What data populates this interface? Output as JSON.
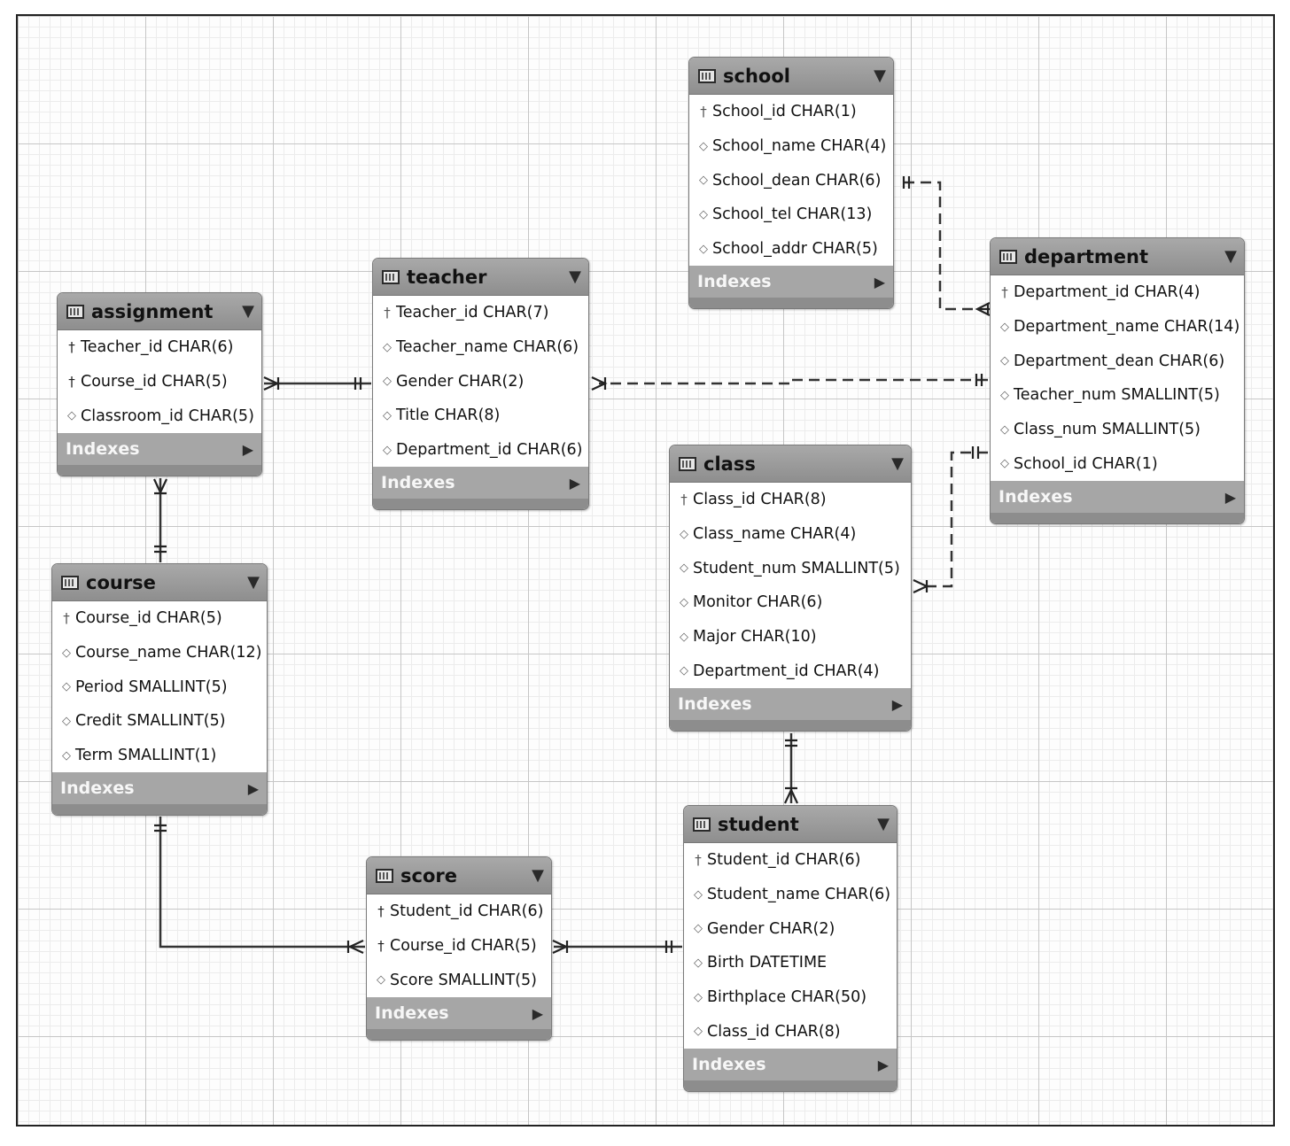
{
  "diagram": {
    "indexes_label": "Indexes",
    "tables": {
      "school": {
        "name": "school",
        "columns": [
          {
            "text": "School_id CHAR(1)",
            "key": "pk"
          },
          {
            "text": "School_name CHAR(4)",
            "key": "col"
          },
          {
            "text": "School_dean CHAR(6)",
            "key": "col"
          },
          {
            "text": "School_tel CHAR(13)",
            "key": "col"
          },
          {
            "text": "School_addr CHAR(5)",
            "key": "col"
          }
        ]
      },
      "department": {
        "name": "department",
        "columns": [
          {
            "text": "Department_id CHAR(4)",
            "key": "pk"
          },
          {
            "text": "Department_name CHAR(14)",
            "key": "col"
          },
          {
            "text": "Department_dean CHAR(6)",
            "key": "col"
          },
          {
            "text": "Teacher_num SMALLINT(5)",
            "key": "col"
          },
          {
            "text": "Class_num SMALLINT(5)",
            "key": "col"
          },
          {
            "text": "School_id CHAR(1)",
            "key": "col"
          }
        ]
      },
      "teacher": {
        "name": "teacher",
        "columns": [
          {
            "text": "Teacher_id CHAR(7)",
            "key": "pk"
          },
          {
            "text": "Teacher_name CHAR(6)",
            "key": "col"
          },
          {
            "text": "Gender CHAR(2)",
            "key": "col"
          },
          {
            "text": "Title CHAR(8)",
            "key": "col"
          },
          {
            "text": "Department_id CHAR(6)",
            "key": "col"
          }
        ]
      },
      "assignment": {
        "name": "assignment",
        "columns": [
          {
            "text": "Teacher_id CHAR(6)",
            "key": "pkfk"
          },
          {
            "text": "Course_id CHAR(5)",
            "key": "pkfk"
          },
          {
            "text": "Classroom_id CHAR(5)",
            "key": "col"
          }
        ]
      },
      "course": {
        "name": "course",
        "columns": [
          {
            "text": "Course_id CHAR(5)",
            "key": "pk"
          },
          {
            "text": "Course_name CHAR(12)",
            "key": "col"
          },
          {
            "text": "Period SMALLINT(5)",
            "key": "col"
          },
          {
            "text": "Credit SMALLINT(5)",
            "key": "col"
          },
          {
            "text": "Term SMALLINT(1)",
            "key": "col"
          }
        ]
      },
      "class": {
        "name": "class",
        "columns": [
          {
            "text": "Class_id CHAR(8)",
            "key": "pk"
          },
          {
            "text": "Class_name CHAR(4)",
            "key": "col"
          },
          {
            "text": "Student_num SMALLINT(5)",
            "key": "col"
          },
          {
            "text": "Monitor CHAR(6)",
            "key": "col"
          },
          {
            "text": "Major CHAR(10)",
            "key": "col"
          },
          {
            "text": "Department_id CHAR(4)",
            "key": "col"
          }
        ]
      },
      "student": {
        "name": "student",
        "columns": [
          {
            "text": "Student_id CHAR(6)",
            "key": "pk"
          },
          {
            "text": "Student_name CHAR(6)",
            "key": "col"
          },
          {
            "text": "Gender CHAR(2)",
            "key": "col"
          },
          {
            "text": "Birth DATETIME",
            "key": "col"
          },
          {
            "text": "Birthplace CHAR(50)",
            "key": "col"
          },
          {
            "text": "Class_id CHAR(8)",
            "key": "col"
          }
        ]
      },
      "score": {
        "name": "score",
        "columns": [
          {
            "text": "Student_id CHAR(6)",
            "key": "pkfk"
          },
          {
            "text": "Course_id CHAR(5)",
            "key": "pkfk"
          },
          {
            "text": "Score SMALLINT(5)",
            "key": "col"
          }
        ]
      }
    },
    "relationships": [
      {
        "from": "school",
        "to": "department",
        "style": "dashed",
        "card_one": "one",
        "card_many": "one-or-many"
      },
      {
        "from": "department",
        "to": "teacher",
        "style": "dashed",
        "card_one": "one",
        "card_many": "many"
      },
      {
        "from": "department",
        "to": "class",
        "style": "dashed",
        "card_one": "one",
        "card_many": "many"
      },
      {
        "from": "teacher",
        "to": "assignment",
        "style": "solid",
        "card_one": "one",
        "card_many": "many"
      },
      {
        "from": "course",
        "to": "assignment",
        "style": "solid",
        "card_one": "one",
        "card_many": "many"
      },
      {
        "from": "course",
        "to": "score",
        "style": "solid",
        "card_one": "one",
        "card_many": "one-or-many"
      },
      {
        "from": "student",
        "to": "score",
        "style": "solid",
        "card_one": "one",
        "card_many": "many"
      },
      {
        "from": "class",
        "to": "student",
        "style": "solid",
        "card_one": "one",
        "card_many": "many"
      }
    ]
  }
}
